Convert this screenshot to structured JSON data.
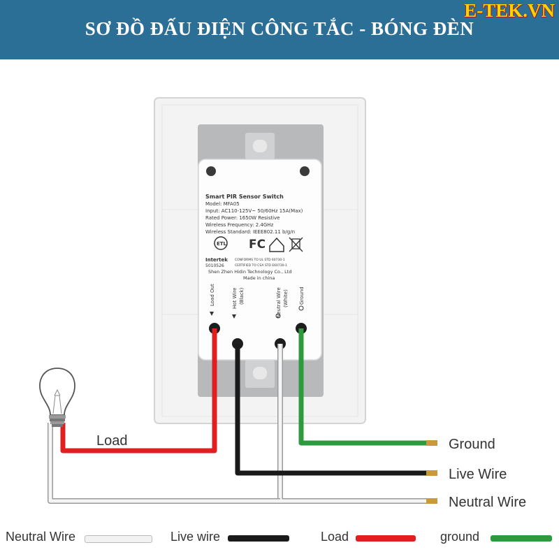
{
  "header": {
    "title": "SƠ ĐỒ ĐẤU ĐIỆN CÔNG TẮC - BÓNG ĐÈN",
    "brand": "E-TEK.VN"
  },
  "device_label": {
    "line1": "Smart PIR Sensor Switch",
    "line2": "Model: MFA05",
    "line3": "Input: AC110-125V~ 50/60Hz  15A(Max)",
    "line4": "Rated Power: 1650W     Resistive",
    "line5": "Wireless Frequency: 2.4GHz",
    "line6": "Wireless Standard: IEEE802.11 b/g/n",
    "certs": "FC",
    "intertek": "Intertek",
    "intertek_no": "5010526",
    "conforms1": "CONFORMS TO UL STD 60730-1",
    "conforms2": "CERTIFIED TO CSA STD E60730-1",
    "maker": "Shen Zhen Hidin Technology Co., Ltd",
    "made_in": "Made in china",
    "terminal_load": "Load Out",
    "terminal_hot": "Hot Wire",
    "terminal_hot_sub": "(Black)",
    "terminal_neutral": "Neutral  Wire",
    "terminal_neutral_sub": "(White)",
    "terminal_ground": "Ground"
  },
  "wires": {
    "load": "Load",
    "ground": "Ground",
    "live": "Live Wire",
    "neutral": "Neutral Wire"
  },
  "legend": [
    {
      "label": "Neutral Wire",
      "color": "#f2f2f2"
    },
    {
      "label": "Live wire",
      "color": "#1a1a1a"
    },
    {
      "label": "Load",
      "color": "#e02020"
    },
    {
      "label": "ground",
      "color": "#2e9a3e"
    }
  ],
  "colors": {
    "header_bg": "#2b6f97",
    "brand": "#ffd200",
    "load_wire": "#e02020",
    "live_wire": "#1a1a1a",
    "neutral_wire": "#f2f2f2",
    "ground_wire": "#2e9a3e"
  }
}
